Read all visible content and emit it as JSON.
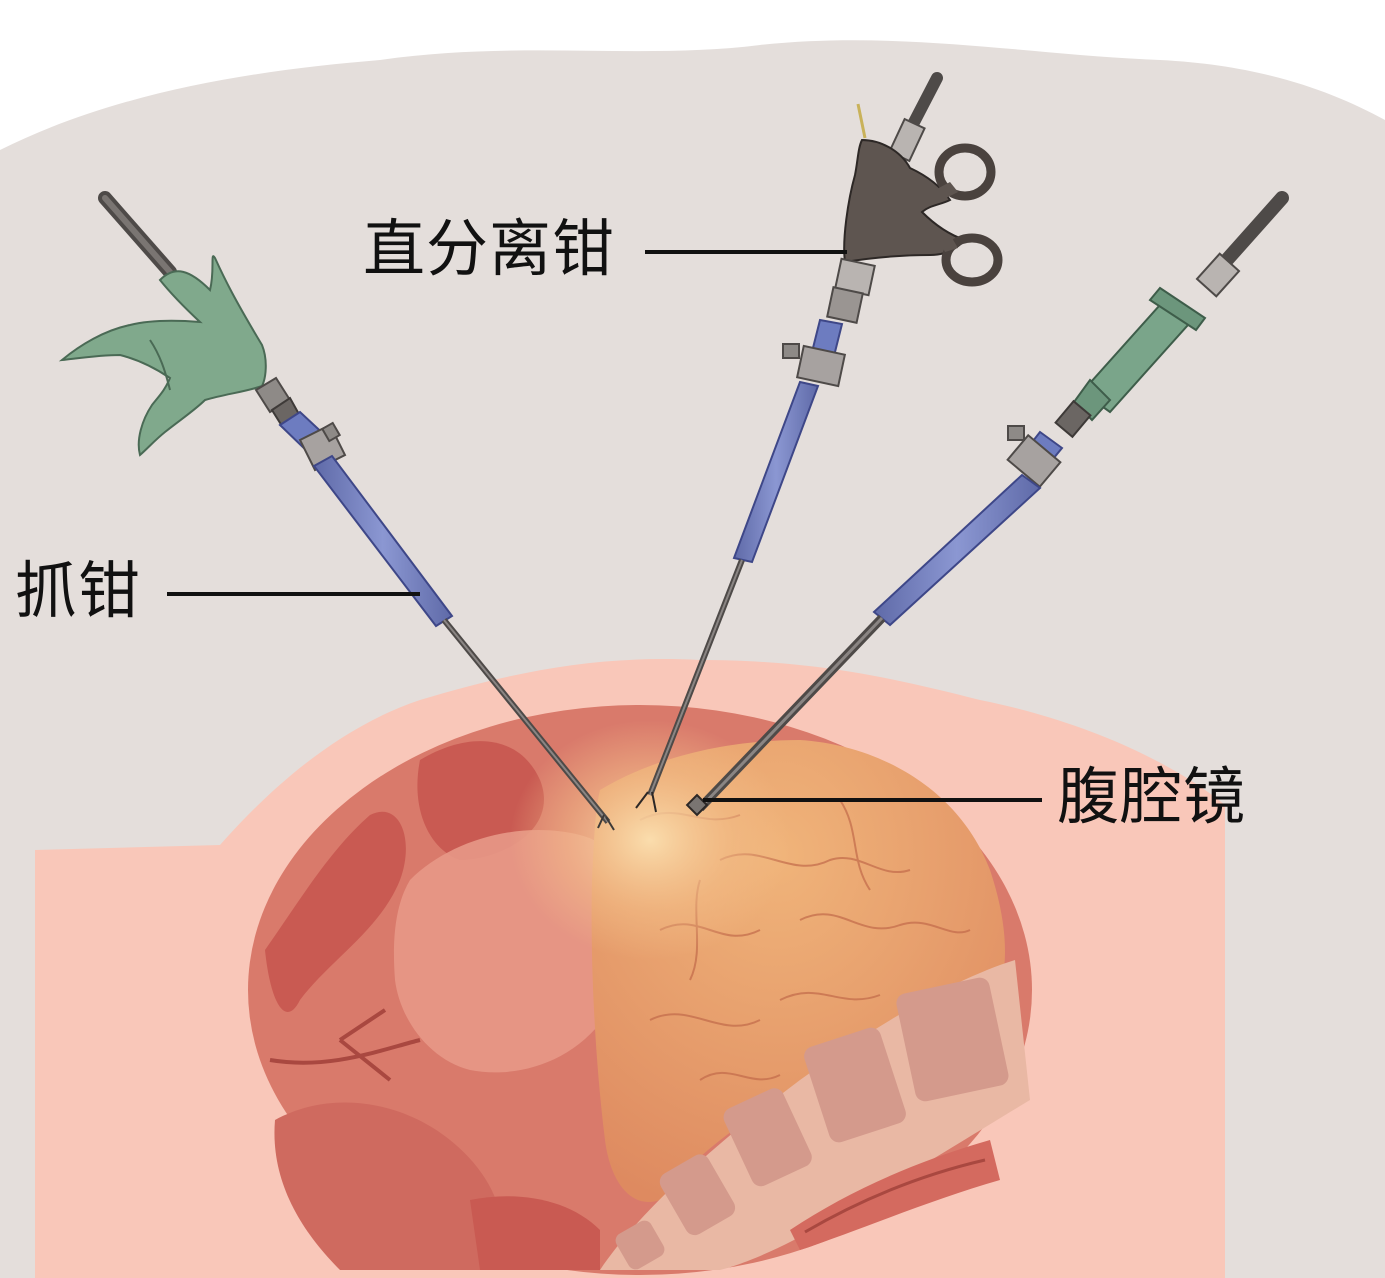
{
  "labels": {
    "dissector": "直分离钳",
    "grasper": "抓钳",
    "laparoscope": "腹腔镜"
  },
  "colors": {
    "background": "#e4dedb",
    "skin": "#f9c6b8",
    "cavity": "#d9786a",
    "organ": "#e59a6b",
    "instrument_shaft": "#7c88c2",
    "grasper_handle": "#7ea68a",
    "dissector_handle": "#5e5550",
    "scope_handle": "#7aa58a",
    "leader_line": "#111111"
  },
  "icons": {
    "grasper": "grasper-forceps-icon",
    "dissector": "straight-dissector-icon",
    "laparoscope": "laparoscope-icon"
  }
}
